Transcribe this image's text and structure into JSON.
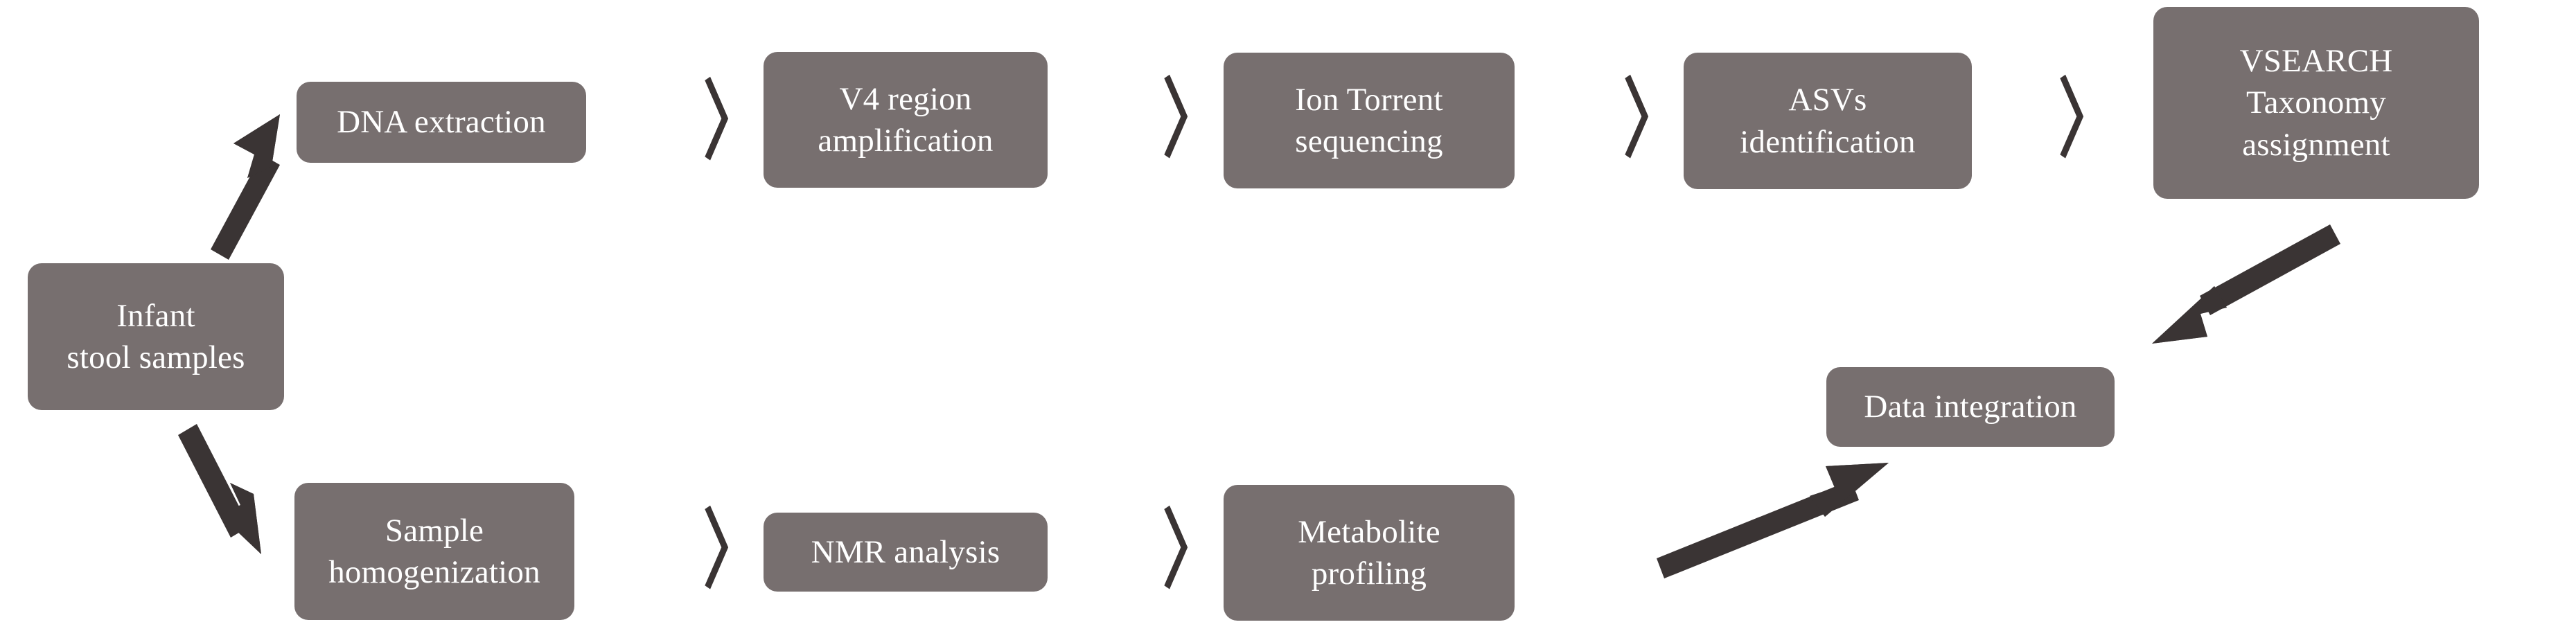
{
  "diagram": {
    "type": "workflow-flowchart",
    "orientation": "left-to-right, two parallel branches converging",
    "background_color": "#ffffff",
    "node_fill_color": "#776f6f",
    "node_text_color": "#ffffff",
    "connector_color": "#3a3434",
    "nodes": [
      {
        "id": "infant-stool-samples",
        "label": "Infant\nstool samples",
        "lines": [
          "Infant",
          "stool samples"
        ],
        "branch": "source"
      },
      {
        "id": "dna-extraction",
        "label": "DNA extraction",
        "lines": [
          "DNA extraction"
        ],
        "branch": "top"
      },
      {
        "id": "v4-region-amplification",
        "label": "V4 region\namplification",
        "lines": [
          "V4 region",
          "amplification"
        ],
        "branch": "top"
      },
      {
        "id": "ion-torrent-sequencing",
        "label": "Ion Torrent\nsequencing",
        "lines": [
          "Ion Torrent",
          "sequencing"
        ],
        "branch": "top"
      },
      {
        "id": "asvs-identification",
        "label": "ASVs\nidentification",
        "lines": [
          "ASVs",
          "identification"
        ],
        "branch": "top"
      },
      {
        "id": "vsearch-taxonomy-assignment",
        "label": "VSEARCH\nTaxonomy\nassignment",
        "lines": [
          "VSEARCH",
          "Taxonomy",
          "assignment"
        ],
        "branch": "top"
      },
      {
        "id": "sample-homogenization",
        "label": "Sample\nhomogenization",
        "lines": [
          "Sample",
          "homogenization"
        ],
        "branch": "bottom"
      },
      {
        "id": "nmr-analysis",
        "label": "NMR analysis",
        "lines": [
          "NMR analysis"
        ],
        "branch": "bottom"
      },
      {
        "id": "metabolite-profiling",
        "label": "Metabolite\nprofiling",
        "lines": [
          "Metabolite",
          "profiling"
        ],
        "branch": "bottom"
      },
      {
        "id": "data-integration",
        "label": "Data integration",
        "lines": [
          "Data integration"
        ],
        "branch": "sink"
      }
    ],
    "connectors": {
      "chevrons": [
        {
          "id": "chevron-dna-to-v4",
          "glyph": "〉"
        },
        {
          "id": "chevron-v4-to-iontorrent",
          "glyph": "〉"
        },
        {
          "id": "chevron-iontorrent-to-asvs",
          "glyph": "〉"
        },
        {
          "id": "chevron-asvs-to-vsearch",
          "glyph": "〉"
        },
        {
          "id": "chevron-homogenization-to-nmr",
          "glyph": "〉"
        },
        {
          "id": "chevron-nmr-to-metabolite",
          "glyph": "〉"
        }
      ],
      "arrows": [
        {
          "id": "arrow-stool-to-dna",
          "from": "infant-stool-samples",
          "to": "dna-extraction",
          "direction": "up-right"
        },
        {
          "id": "arrow-stool-to-homogenization",
          "from": "infant-stool-samples",
          "to": "sample-homogenization",
          "direction": "down-right"
        },
        {
          "id": "arrow-vsearch-to-data-integration",
          "from": "vsearch-taxonomy-assignment",
          "to": "data-integration",
          "direction": "down-left"
        },
        {
          "id": "arrow-metabolite-to-data-integration",
          "from": "metabolite-profiling",
          "to": "data-integration",
          "direction": "up-right"
        }
      ]
    }
  }
}
